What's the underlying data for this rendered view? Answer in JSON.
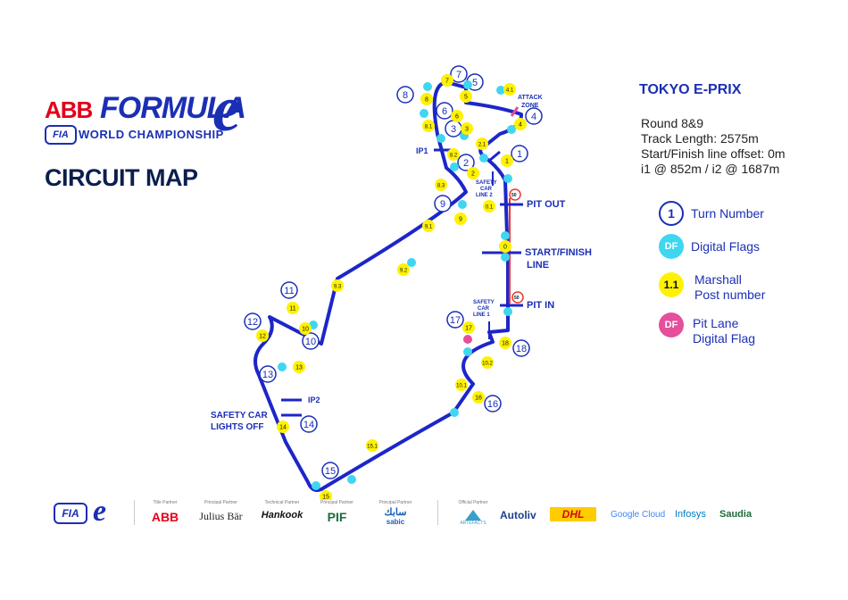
{
  "header": {
    "abb": "ABB",
    "formula": "FORMULA",
    "e": "e",
    "fia": "FIA",
    "championship": "WORLD CHAMPIONSHIP"
  },
  "page_title": "CIRCUIT MAP",
  "event": {
    "title": "TOKYO E-PRIX",
    "round": "Round 8&9",
    "track_length": "Track Length: 2575m",
    "sf_offset": "Start/Finish line offset: 0m",
    "intermediates": "i1 @ 852m / i2 @ 1687m"
  },
  "legend": {
    "turn_number": {
      "symbol": "1",
      "label": "Turn Number"
    },
    "digital_flags": {
      "symbol": "DF",
      "label": "Digital Flags"
    },
    "marshall_post": {
      "symbol": "1.1",
      "label_line1": "Marshall",
      "label_line2": "Post number"
    },
    "pit_lane_flag": {
      "symbol": "DF",
      "label_line1": "Pit Lane",
      "label_line2": "Digital Flag"
    }
  },
  "map_labels": {
    "pit_out": "PIT OUT",
    "start_finish_1": "START/FINISH",
    "start_finish_2": "LINE",
    "pit_in": "PIT IN",
    "ip1": "IP1",
    "ip2": "IP2",
    "safety_car_lights_off_1": "SAFETY CAR",
    "safety_car_lights_off_2": "LIGHTS OFF",
    "sc_line_2": [
      "SAFETY",
      "CAR",
      "LINE 2"
    ],
    "sc_line_1": [
      "SAFETY",
      "CAR",
      "LINE 1"
    ],
    "attack_zone": [
      "ATTACK",
      "ZONE"
    ],
    "speed_limit": "50"
  },
  "turns": [
    "1",
    "2",
    "3",
    "4",
    "5",
    "6",
    "7",
    "8",
    "9",
    "10",
    "11",
    "12",
    "13",
    "14",
    "15",
    "16",
    "17",
    "18"
  ],
  "marshal_posts": [
    "0",
    "0.1",
    "1",
    "2",
    "2.1",
    "3",
    "4",
    "4.1",
    "5",
    "6",
    "7",
    "8",
    "8.1",
    "8.2",
    "8.3",
    "9",
    "9.1",
    "9.2",
    "9.3",
    "10",
    "10.1",
    "10.2",
    "11",
    "12",
    "13",
    "14",
    "15",
    "15.1",
    "16",
    "17",
    "18"
  ],
  "sponsors": {
    "title_partner_cap": "Title Partner",
    "principal_partner_cap": "Principal Partner",
    "technical_partner_cap": "Technical Partner",
    "official_partner_cap": "Official Partner",
    "abb": "ABB",
    "julius_baer": "Julius Bär",
    "hankook": "Hankook",
    "pif": "PIF",
    "sabic_ar": "سابك",
    "sabic": "sabic",
    "aramco_cap": "ARTEFACTS",
    "autoliv": "Autoliv",
    "dhl": "DHL",
    "google_cloud": "Google Cloud",
    "infosys": "Infosys",
    "saudia": "Saudia"
  },
  "colors": {
    "track": "#1c26c9",
    "pit_lane": "#e53935",
    "digital_flag": "#3fd6f0",
    "marshal": "#fff200",
    "pit_flag": "#e54f9b",
    "text_blue": "#1b2fb5"
  }
}
